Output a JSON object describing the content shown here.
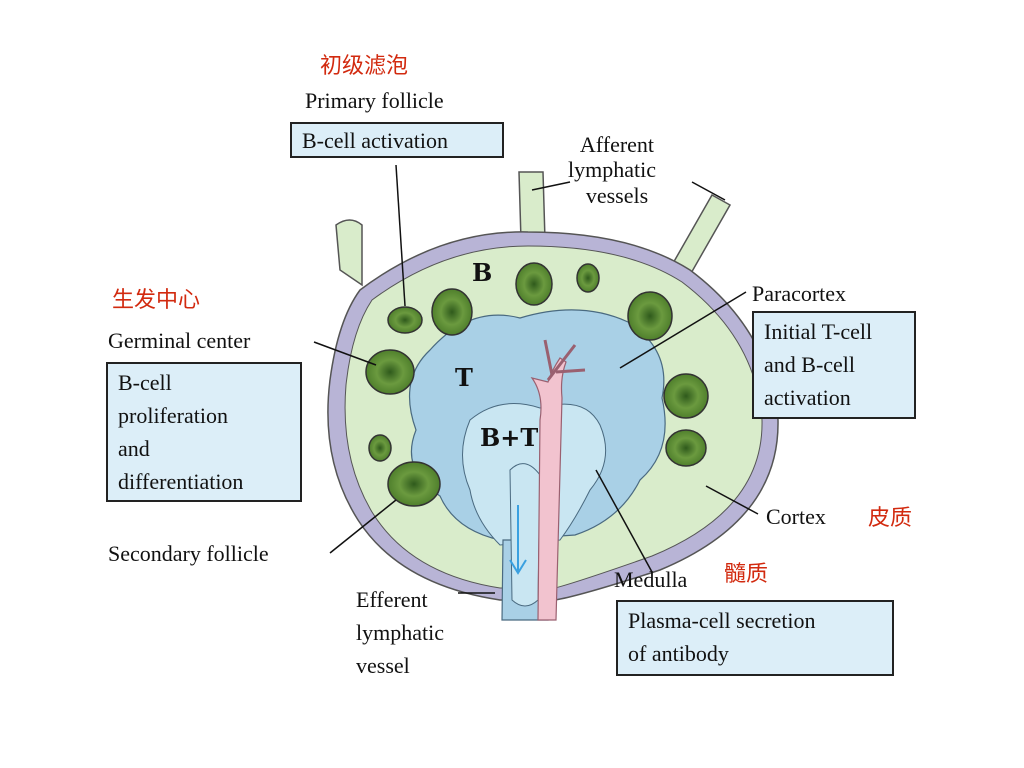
{
  "chinese": {
    "primary_follicle": "初级滤泡",
    "germinal_center": "生发中心",
    "cortex": "皮质",
    "medulla": "髓质"
  },
  "labels": {
    "primary_follicle": "Primary follicle",
    "afferent": [
      "Afferent",
      "lymphatic",
      "vessels"
    ],
    "paracortex": "Paracortex",
    "germinal_center": "Germinal center",
    "secondary_follicle": "Secondary follicle",
    "cortex": "Cortex",
    "medulla": "Medulla",
    "efferent": [
      "Efferent",
      "lymphatic",
      "vessel"
    ]
  },
  "boxes": {
    "primary": [
      "B-cell activation"
    ],
    "germinal": [
      "B-cell",
      "proliferation",
      "and",
      "differentiation"
    ],
    "paracortex": [
      "Initial T-cell",
      "and B-cell",
      "activation"
    ],
    "medulla": [
      "Plasma-cell secretion",
      "of antibody"
    ]
  },
  "zones": {
    "b": "B",
    "t": "T",
    "bt": "B+T"
  },
  "colors": {
    "cortex_fill": "#d9eccb",
    "capsule": "#b8b4d6",
    "paracortex_fill": "#a9d0e6",
    "medulla_fill": "#c9e6f2",
    "follicle": "#5a8a33",
    "blood_vessel": "#f2c3cf",
    "chinese_text": "#d22a0f",
    "box_fill": "#dceef8",
    "arrow": "#3aa0e0"
  }
}
